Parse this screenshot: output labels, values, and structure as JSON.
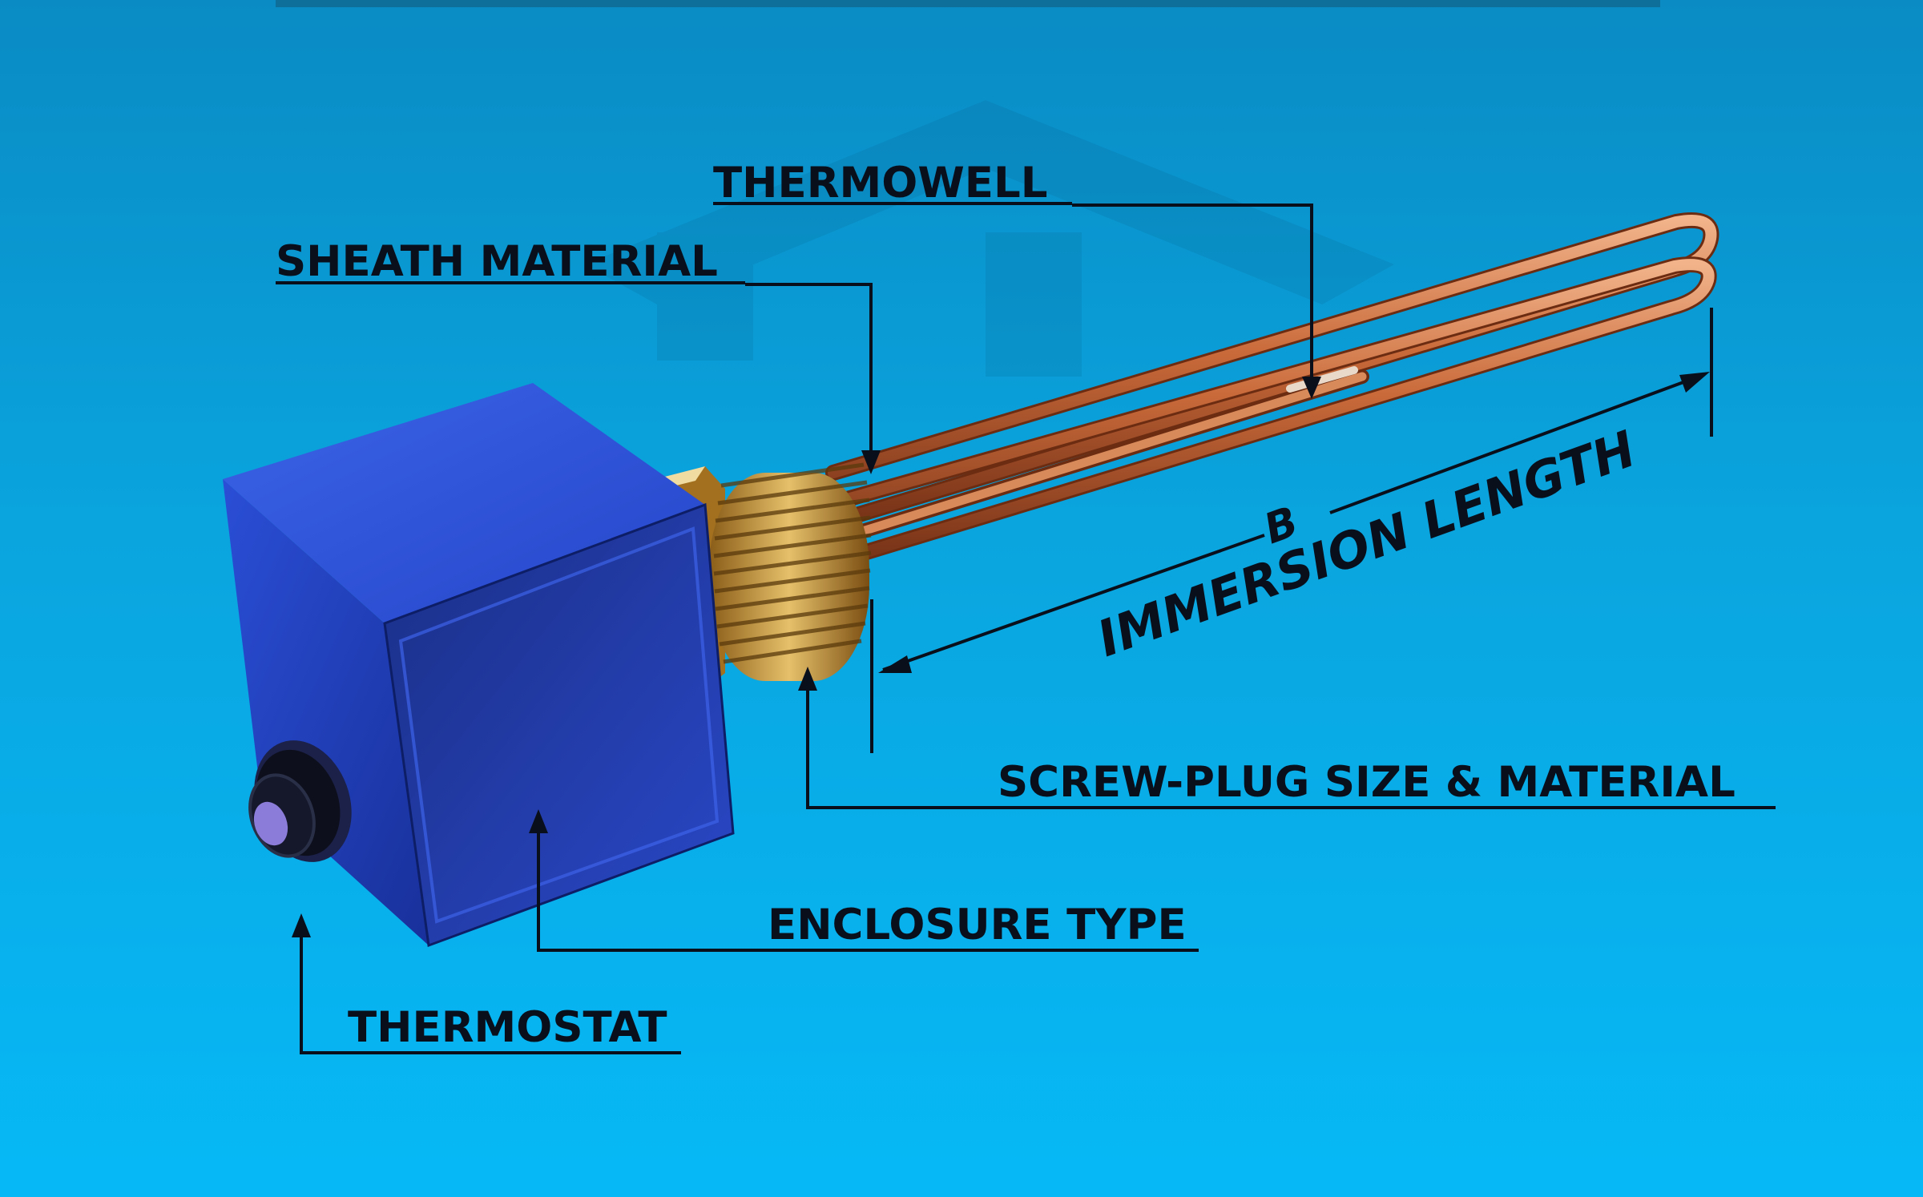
{
  "labels": {
    "thermowell": "THERMOWELL",
    "sheath_material": "SHEATH MATERIAL",
    "dimension_letter": "B",
    "immersion_length": "IMMERSION LENGTH",
    "screw_plug": "SCREW-PLUG SIZE & MATERIAL",
    "enclosure_type": "ENCLOSURE TYPE",
    "thermostat": "THERMOSTAT"
  },
  "colors": {
    "background_top": "#0a8bc4",
    "background_bottom": "#06b9f6",
    "enclosure": "#1f3fc2",
    "brass": "#c99a3a",
    "copper": "#c96a3a",
    "label_text": "#0a0f1c"
  }
}
